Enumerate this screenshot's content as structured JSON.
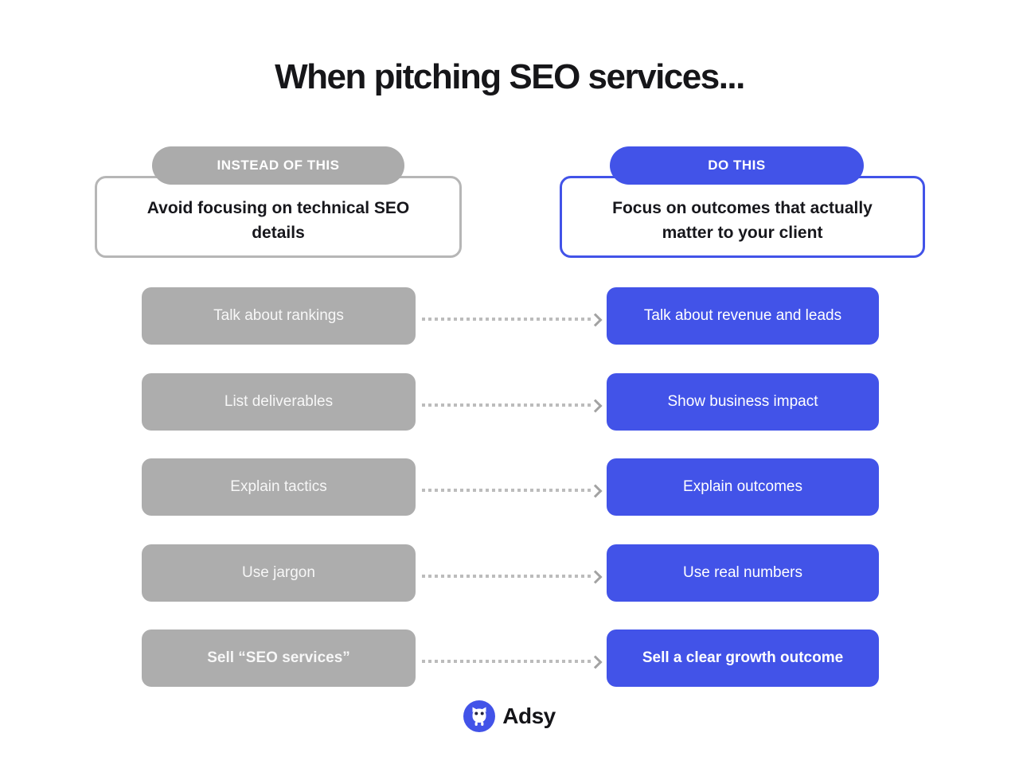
{
  "title": "When pitching SEO services...",
  "colors": {
    "accent_blue": "#4253e8",
    "gray_box": "#adadad",
    "gray_pill": "#ababab",
    "gray_border": "#b6b6b6",
    "arrow_gray": "#bcbcbc",
    "text_dark": "#17171c",
    "text_white": "#ffffff"
  },
  "left_header": {
    "pill": "INSTEAD OF THIS",
    "text": "Avoid focusing on technical SEO details"
  },
  "right_header": {
    "pill": "DO THIS",
    "text": "Focus on outcomes that actually matter to your client"
  },
  "rows": [
    {
      "left": "Talk about rankings",
      "right": "Talk about revenue and leads"
    },
    {
      "left": "List deliverables",
      "right": "Show business impact"
    },
    {
      "left": "Explain tactics",
      "right": "Explain outcomes"
    },
    {
      "left": "Use jargon",
      "right": "Use real numbers"
    },
    {
      "left": "Sell “SEO services”",
      "right": "Sell a clear growth outcome"
    }
  ],
  "footer": {
    "brand": "Adsy",
    "logo_icon": "owl-icon"
  }
}
